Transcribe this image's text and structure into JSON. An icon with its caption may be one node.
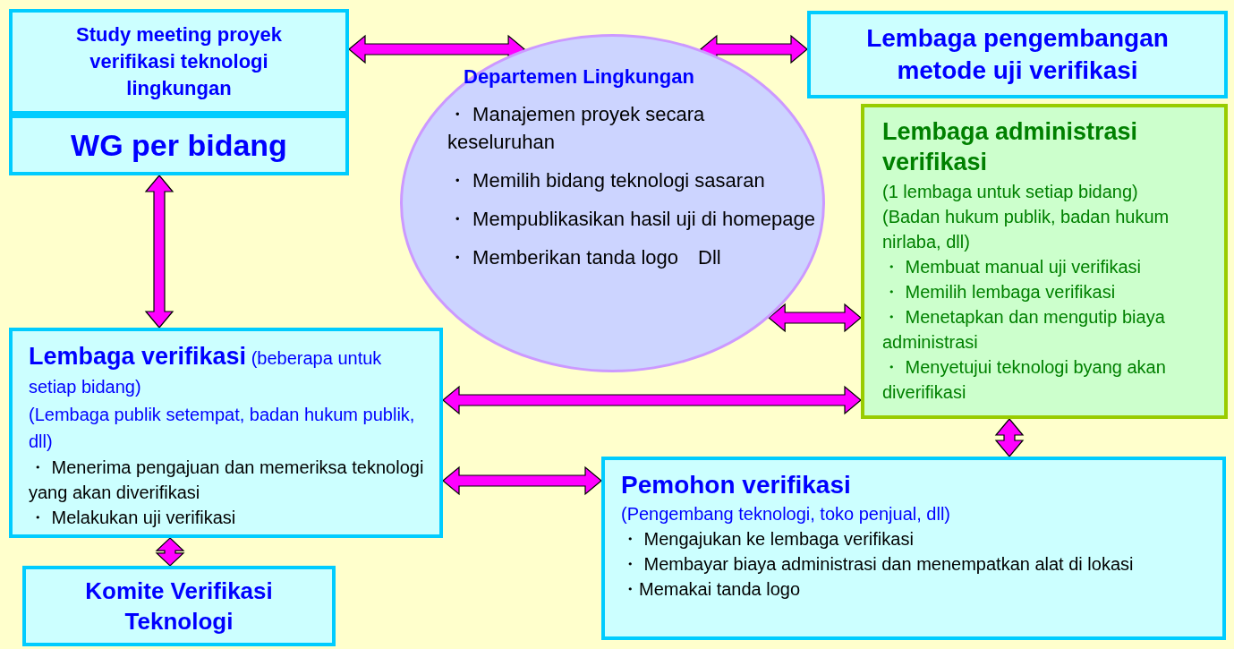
{
  "diagram": {
    "nodes": [
      {
        "text": [
          "Study meeting proyek verifikasi teknologi lingkungan"
        ]
      },
      {
        "text": [
          "WG per bidang"
        ]
      },
      {
        "text": [
          "Departemen Lingkungan",
          "・ Manajemen proyek secara keseluruhan",
          "・ Memilih bidang teknologi sasaran",
          "・ Mempublikasikan hasil uji di homepage",
          "・ Memberikan tanda logo　Dll"
        ]
      },
      {
        "text": [
          "Lembaga pengembangan metode uji verifikasi"
        ]
      },
      {
        "text": [
          "Lembaga administrasi verifikasi",
          "(1 lembaga untuk setiap bidang)",
          "(Badan hukum publik, badan hukum nirlaba, dll)",
          "・ Membuat manual uji verifikasi",
          "・ Memilih lembaga verifikasi",
          "・ Menetapkan  dan mengutip biaya administrasi",
          "・ Menyetujui teknologi byang akan diverifikasi"
        ]
      },
      {
        "text": [
          "**Lembaga verifikasi** (beberapa untuk setiap bidang)",
          "(Lembaga publik setempat, badan hukum publik, dll)",
          "・ Menerima pengajuan dan memeriksa teknologi yang akan diverifikasi",
          "・ Melakukan uji verifikasi"
        ]
      },
      {
        "text": [
          "Pemohon verifikasi",
          "(Pengembang teknologi, toko penjual, dll)",
          "・ Mengajukan ke lembaga verifikasi",
          "・ Membayar biaya administrasi dan menempatkan alat di lokasi",
          "・Memakai tanda logo"
        ]
      },
      {
        "text": [
          "Komite Verifikasi Teknologi"
        ]
      }
    ],
    "edges": [
      {
        "from": 0,
        "to": 2,
        "arrow": "both"
      },
      {
        "from": 2,
        "to": 3,
        "arrow": "both"
      },
      {
        "from": 1,
        "to": 5,
        "arrow": "both"
      },
      {
        "from": 2,
        "to": 4,
        "arrow": "both"
      },
      {
        "from": 5,
        "to": 4,
        "arrow": "both"
      },
      {
        "from": 4,
        "to": 6,
        "arrow": "both"
      },
      {
        "from": 5,
        "to": 6,
        "arrow": "both"
      },
      {
        "from": 5,
        "to": 7,
        "arrow": "both"
      }
    ]
  }
}
